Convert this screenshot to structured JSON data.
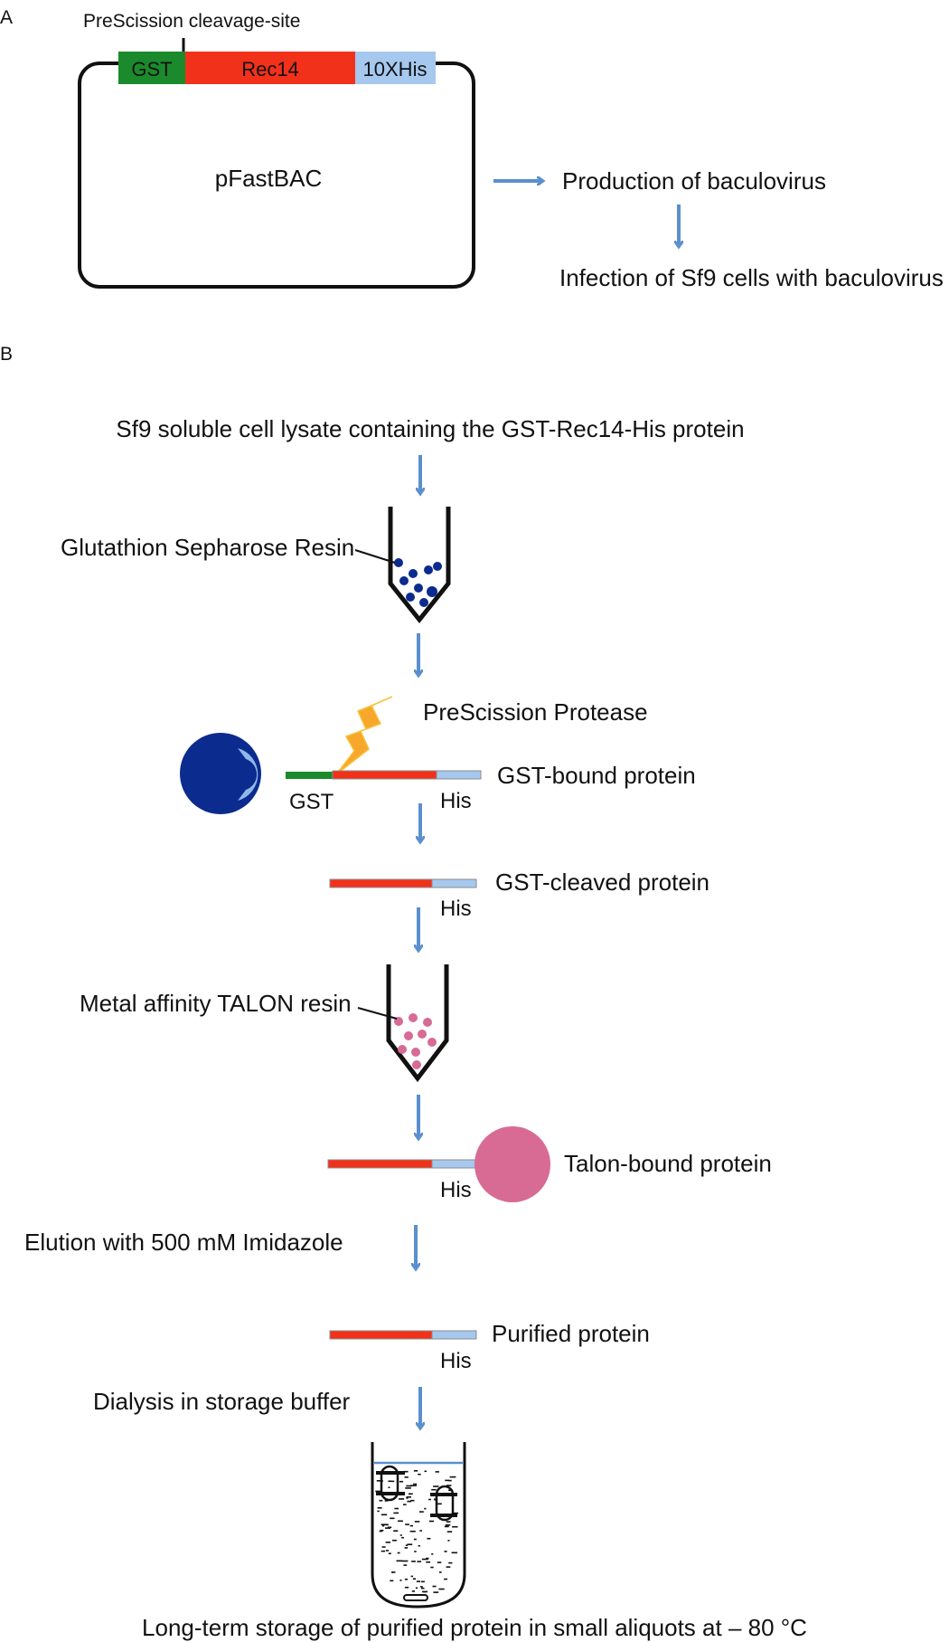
{
  "panel_a": {
    "panel_label": "A",
    "cleavage_label": "PreScission cleavage-site",
    "segments": {
      "gst": "GST",
      "rec14": "Rec14",
      "his": "10XHis"
    },
    "vector_label": "pFastBAC",
    "step1": "Production of baculovirus",
    "step2": "Infection of Sf9 cells with baculovirus"
  },
  "panel_b": {
    "panel_label": "B",
    "lysate": "Sf9 soluble cell lysate containing the GST-Rec14-His protein",
    "gst_resin": "Glutathion Sepharose Resin",
    "protease": "PreScission Protease",
    "gst_bound": "GST-bound protein",
    "gst_tag": "GST",
    "his_tag": "His",
    "gst_cleaved": "GST-cleaved protein",
    "talon_resin": "Metal affinity TALON resin",
    "talon_bound": "Talon-bound protein",
    "elution": "Elution with 500 mM Imidazole",
    "purified": "Purified protein",
    "dialysis": "Dialysis in storage buffer",
    "storage": "Long-term storage of purified protein in small aliquots at – 80 °C"
  },
  "colors": {
    "gst_green": "#1b8a2c",
    "rec14_red": "#f2311b",
    "his_blue": "#a6c8ef",
    "arrow_blue": "#5b8fce",
    "bead_navy": "#0b2b8f",
    "talon_pink": "#d86b93",
    "dot_pink": "#d76b95"
  }
}
